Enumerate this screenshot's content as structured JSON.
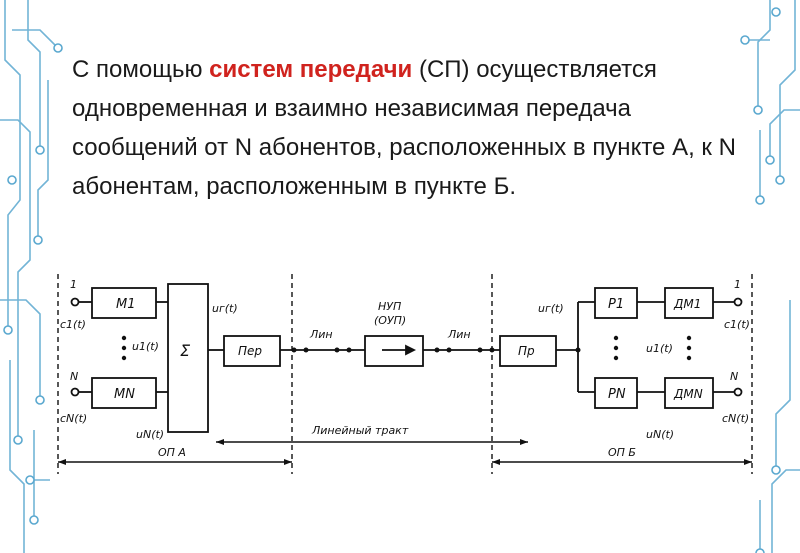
{
  "colors": {
    "accent": "#d0231e",
    "decor": "#5aa8cf",
    "ink": "#111111"
  },
  "paragraph": {
    "before": "С помощью ",
    "highlight": "систем передачи",
    "after": " (СП) осуществляется одновременная и взаимно независимая передача сообщений от N абонентов, расположенных в пункте А, к N абонентам, расположенным в пункте Б."
  },
  "diagram": {
    "labels": {
      "in_1_num": "1",
      "in_1_signal": "c1(t)",
      "mod_1": "M1",
      "u1_left": "u1(t)",
      "in_n_num": "N",
      "in_n_signal": "cN(t)",
      "mod_n": "MN",
      "un_left": "uN(t)",
      "sum": "Σ",
      "ur_left": "uг(t)",
      "per": "Пер",
      "lin_1": "Лин",
      "nup": "НУП",
      "oup": "(ОУП)",
      "lin_2": "Лин",
      "pr": "Пр",
      "ur_right": "uг(t)",
      "p_1": "P1",
      "p_n": "PN",
      "u1_right": "u1(t)",
      "un_right": "uN(t)",
      "dm_1": "ДМ1",
      "dm_n": "ДМN",
      "out_1_num": "1",
      "out_1_signal": "c1(t)",
      "out_n_num": "N",
      "out_n_signal": "cN(t)",
      "linear_tract": "Линейный тракт",
      "op_a": "ОП А",
      "op_b": "ОП Б"
    }
  }
}
